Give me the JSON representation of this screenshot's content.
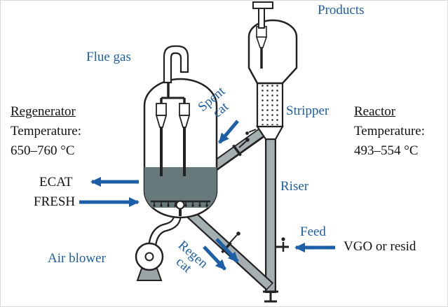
{
  "colors": {
    "label_blue": "#1d5fa7",
    "label_black": "#121212",
    "catalyst_bed": "#68797c",
    "pipe_gray": "#a5aeb0",
    "outline": "#222222"
  },
  "labels": {
    "products": "Products",
    "flue_gas": "Flue gas",
    "spent_cat_line1": "Spent",
    "spent_cat_line2": "cat",
    "stripper": "Stripper",
    "riser": "Riser",
    "feed": "Feed",
    "vgo_or_resid": "VGO or resid",
    "air_blower": "Air blower",
    "regen_cat_line1": "Regen",
    "regen_cat_line2": "cat",
    "ecat": "ECAT",
    "fresh": "FRESH"
  },
  "regenerator": {
    "title": "Regenerator",
    "temp_label": "Temperature:",
    "temp_value": "650–760 °C"
  },
  "reactor": {
    "title": "Reactor",
    "temp_label": "Temperature:",
    "temp_value": "493–554 °C"
  }
}
